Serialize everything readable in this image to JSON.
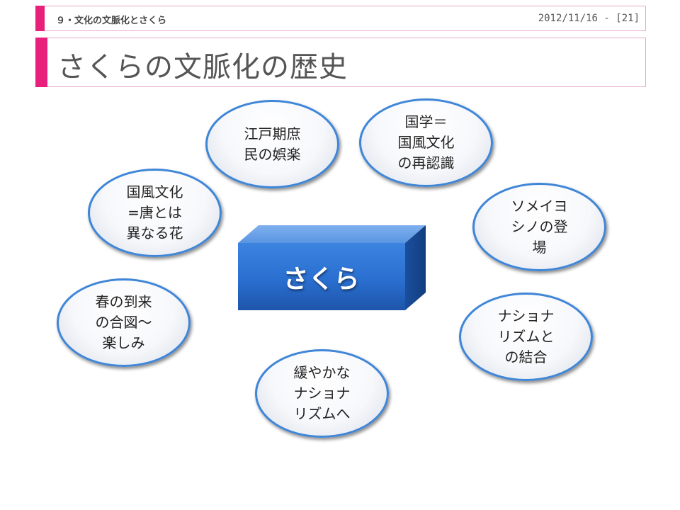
{
  "header": {
    "section": "９・文化の文脈化とさくら",
    "date": "2012/11/16 - [21]"
  },
  "slide": {
    "title": "さくらの文脈化の歴史",
    "center": "さくら",
    "nodes": [
      {
        "id": "edo",
        "text": "江戸期庶\n民の娯楽"
      },
      {
        "id": "kokugaku",
        "text": "国学＝\n国風文化\nの再認識"
      },
      {
        "id": "kokufu",
        "text": "国風文化\n=唐とは\n異なる花"
      },
      {
        "id": "someiyoshino",
        "text": "ソメイヨ\nシノの登\n場"
      },
      {
        "id": "spring",
        "text": "春の到来\nの合図〜\n楽しみ"
      },
      {
        "id": "nationalism",
        "text": "ナショナ\nリズムと\nの結合"
      },
      {
        "id": "mild",
        "text": "緩やかな\nナショナ\nリズムへ"
      }
    ]
  },
  "colors": {
    "accent": "#e8207c",
    "bubble_border": "#3f86d8",
    "box_front": "#2a6fd0"
  }
}
